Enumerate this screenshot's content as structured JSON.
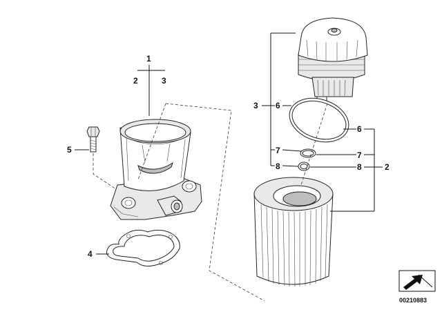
{
  "callouts": {
    "c1_top": "1",
    "c2_left": "2",
    "c3_left": "3",
    "c5": "5",
    "c4": "4",
    "c3_right": "3",
    "c6_upper": "6",
    "c6_right": "6",
    "c7_left": "7",
    "c7_right": "7",
    "c8_left": "8",
    "c8_right": "8",
    "c2_right": "2"
  },
  "diagram_number": "00210883",
  "colors": {
    "line": "#111111",
    "fill_light": "#e9e9e9",
    "fill_dark": "#bdbdbd"
  }
}
